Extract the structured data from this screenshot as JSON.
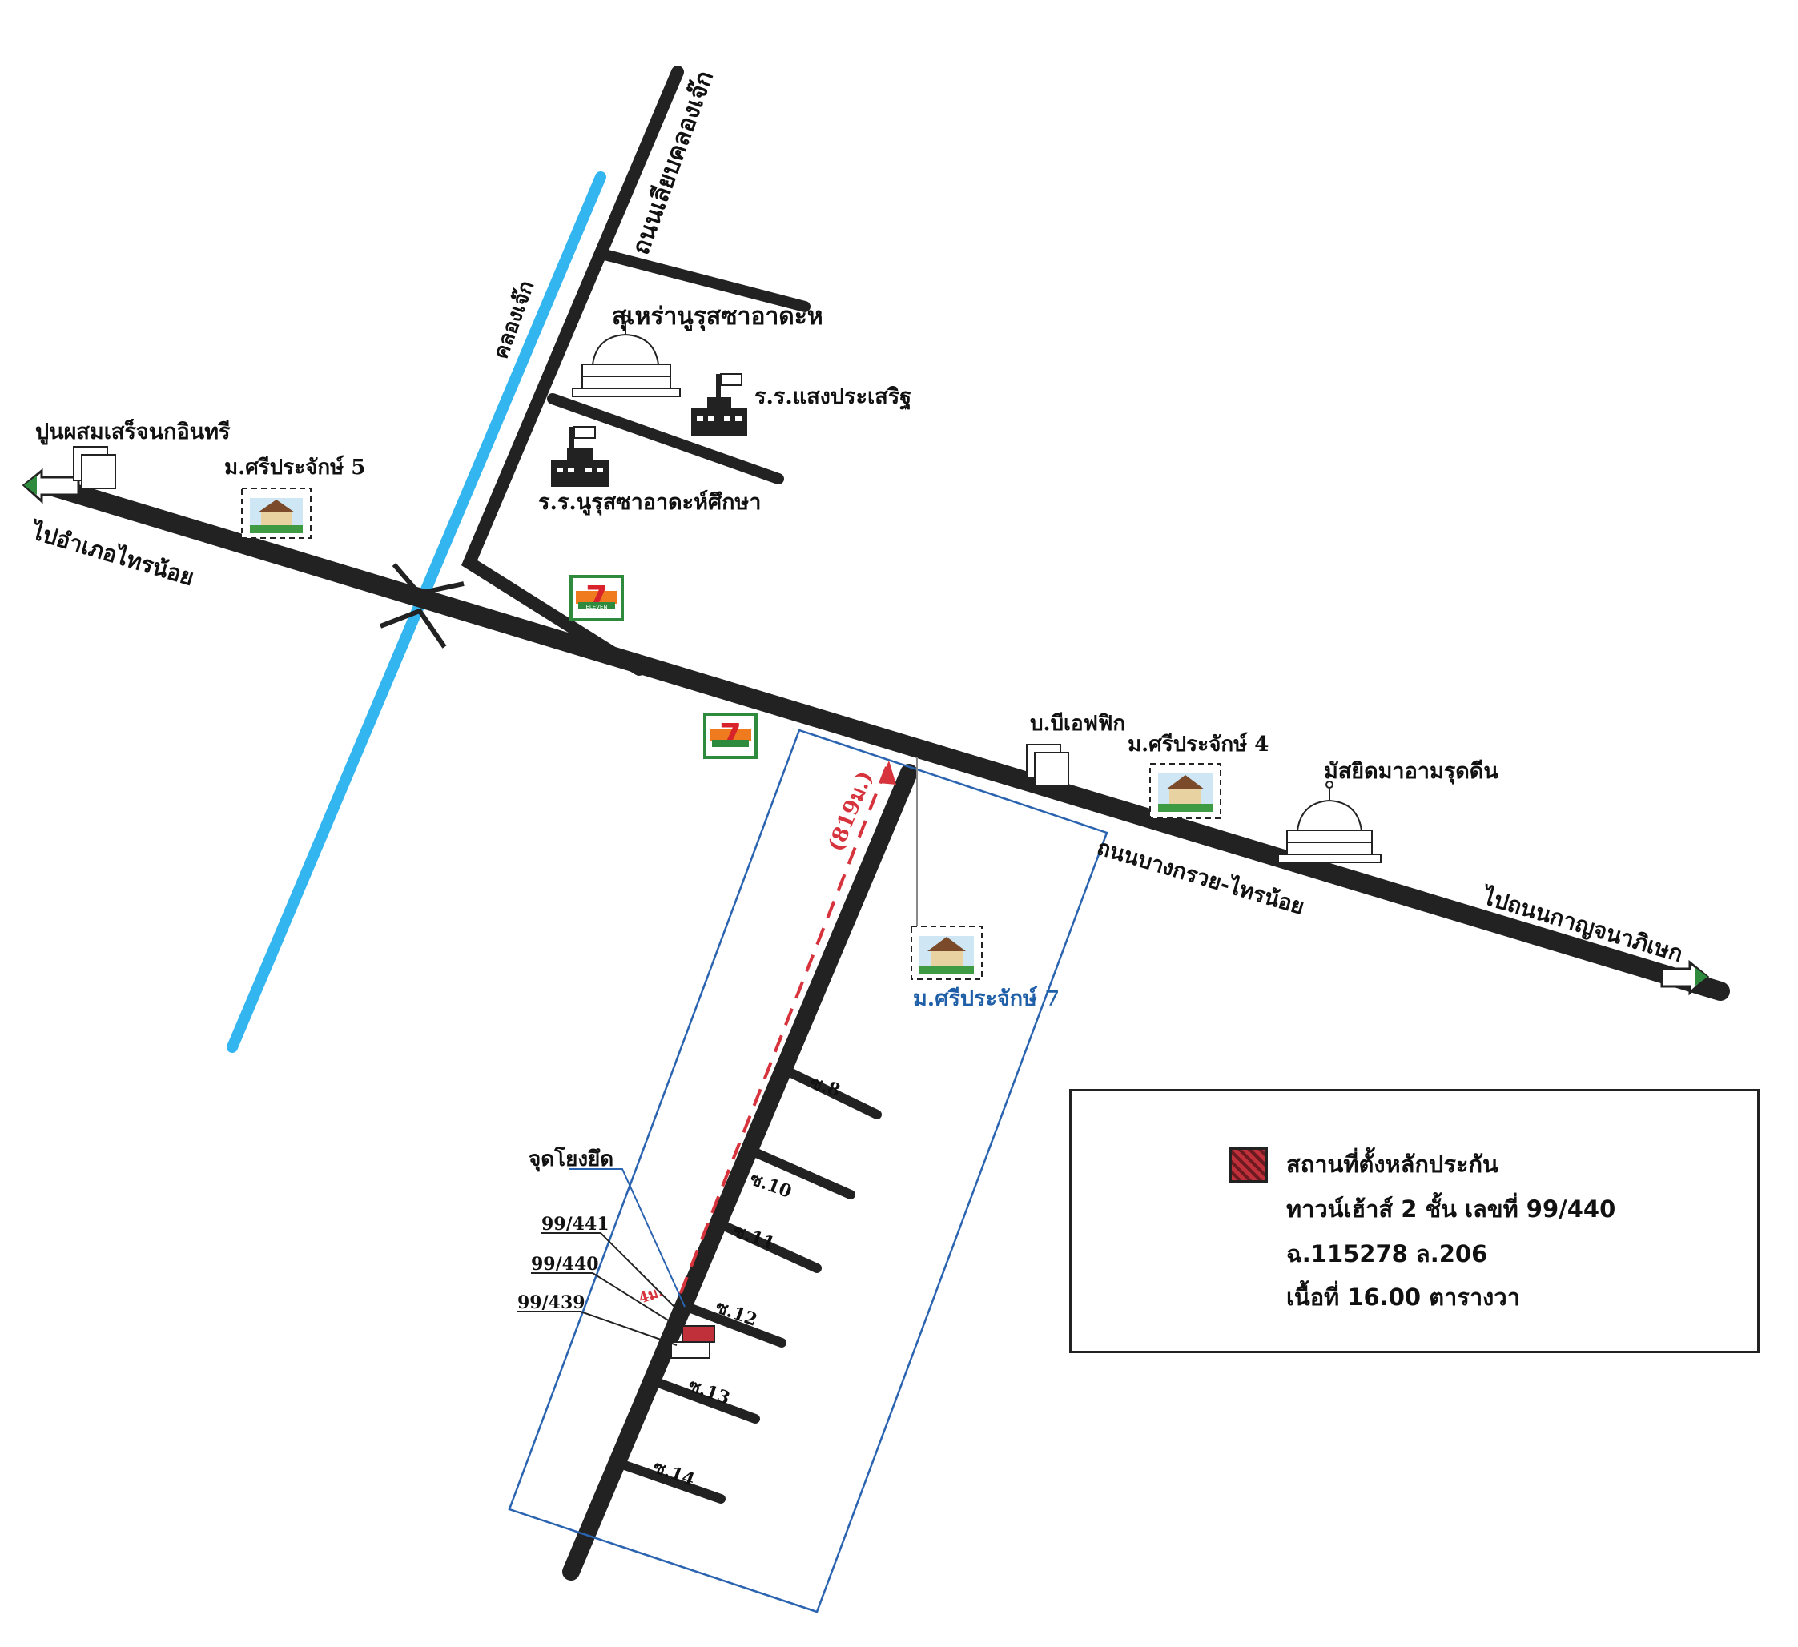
{
  "roads": {
    "main": "ถนนบางกรวย-ไทรน้อย",
    "north": "ถนนเลียบคลองเจ๊ก",
    "to_west": "ไปอำเภอไทรน้อย",
    "to_east": "ไปถนนกาญจนาภิเษก"
  },
  "canal": "คลองเจ๊ก",
  "landmarks": {
    "mosque_north": "สุเหร่านูรุสซาอาดะห",
    "school_1": "ร.ร.แสงประเสริฐ",
    "school_2": "ร.ร.นูรุสซาอาดะห์ศึกษา",
    "cement_shop": "ปูนผสมเสร็จนกอินทรี",
    "village_5": "ม.ศรีประจักษ์ 5",
    "company": "บ.บีเอฟฟิก",
    "village_4": "ม.ศรีประจักษ์ 4",
    "mosque_east": "มัสยิดมาอามรุดดีน",
    "village_7": "ม.ศรีประจักษ์ 7",
    "store_brand": "ELEVEN"
  },
  "distance": "(819ม.)",
  "small_distance": "4ม.",
  "sois": [
    "ซ.8",
    "ซ.10",
    "ซ.11",
    "ซ.12",
    "ซ.13",
    "ซ.14"
  ],
  "reference_point": "จุดโยงยึด",
  "house_numbers": [
    "99/441",
    "99/440",
    "99/439"
  ],
  "legend": {
    "title": "สถานที่ตั้งหลักประกัน",
    "line1": "ทาวน์เฮ้าส์ 2 ชั้น เลขที่ 99/440",
    "line2": "ฉ.115278 ล.206",
    "line3": "เนื้อที่ 16.00 ตารางวา"
  },
  "colors": {
    "road": "#222222",
    "canal": "#33b5f0",
    "boundary": "#2a63b0",
    "route": "#d6333c",
    "property": "#c0303a",
    "seven_green": "#2e8b3e",
    "seven_orange": "#f07a1e",
    "seven_red": "#d8232a"
  },
  "icons": [
    "arrow-icon",
    "mosque-icon",
    "school-icon",
    "house-icon",
    "shop-icon",
    "seven-eleven-icon",
    "bridge-icon"
  ]
}
